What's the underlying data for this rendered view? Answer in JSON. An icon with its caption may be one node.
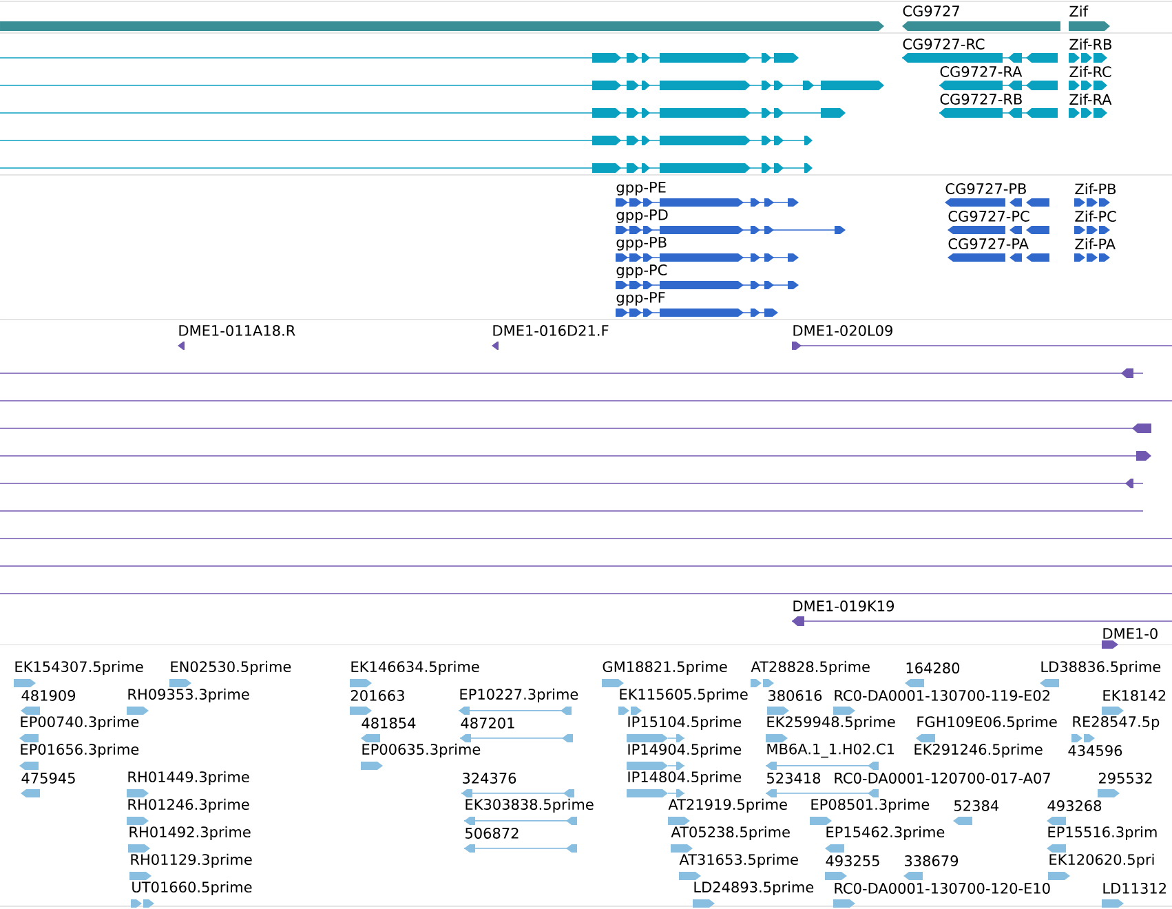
{
  "diagram": {
    "labels": [
      "CG9727",
      "Zif",
      "CG9727-RC",
      "Zif-RB",
      "CG9727-RA",
      "Zif-RC",
      "CG9727-RB",
      "Zif-RA",
      "gpp-PE",
      "CG9727-PB",
      "Zif-PB",
      "gpp-PD",
      "CG9727-PC",
      "Zif-PC",
      "gpp-PB",
      "CG9727-PA",
      "Zif-PA",
      "gpp-PC",
      "gpp-PF",
      "DME1-011A18.R",
      "DME1-016D21.F",
      "DME1-020L09",
      "DME1-019K19",
      "DME1-0",
      "EK154307.5prime",
      "EN02530.5prime",
      "EK146634.5prime",
      "GM18821.5prime",
      "AT28828.5prime",
      "164280",
      "LD38836.5prime",
      "481909",
      "RH09353.3prime",
      "201663",
      "EP10227.3prime",
      "EK115605.5prime",
      "380616",
      "RC0-DA0001-130700-119-E02",
      "EK18142",
      "EP00740.3prime",
      "481854",
      "487201",
      "IP15104.5prime",
      "EK259948.5prime",
      "FGH109E06.5prime",
      "RE28547.5p",
      "EP01656.3prime",
      "EP00635.3prime",
      "IP14904.5prime",
      "MB6A.1_1.H02.C1",
      "EK291246.5prime",
      "434596",
      "475945",
      "RH01449.3prime",
      "324376",
      "IP14804.5prime",
      "523418",
      "RC0-DA0001-120700-017-A07",
      "295532",
      "RH01246.3prime",
      "EK303838.5prime",
      "AT21919.5prime",
      "EP08501.3prime",
      "52384",
      "493268",
      "RH01492.3prime",
      "506872",
      "AT05238.5prime",
      "EP15462.3prime",
      "EP15516.3prim",
      "RH01129.3prime",
      "AT31653.5prime",
      "493255",
      "338679",
      "EK120620.5pri",
      "UT01660.5prime",
      "LD24893.5prime",
      "RC0-DA0001-130700-120-E10",
      "LD11312"
    ]
  }
}
